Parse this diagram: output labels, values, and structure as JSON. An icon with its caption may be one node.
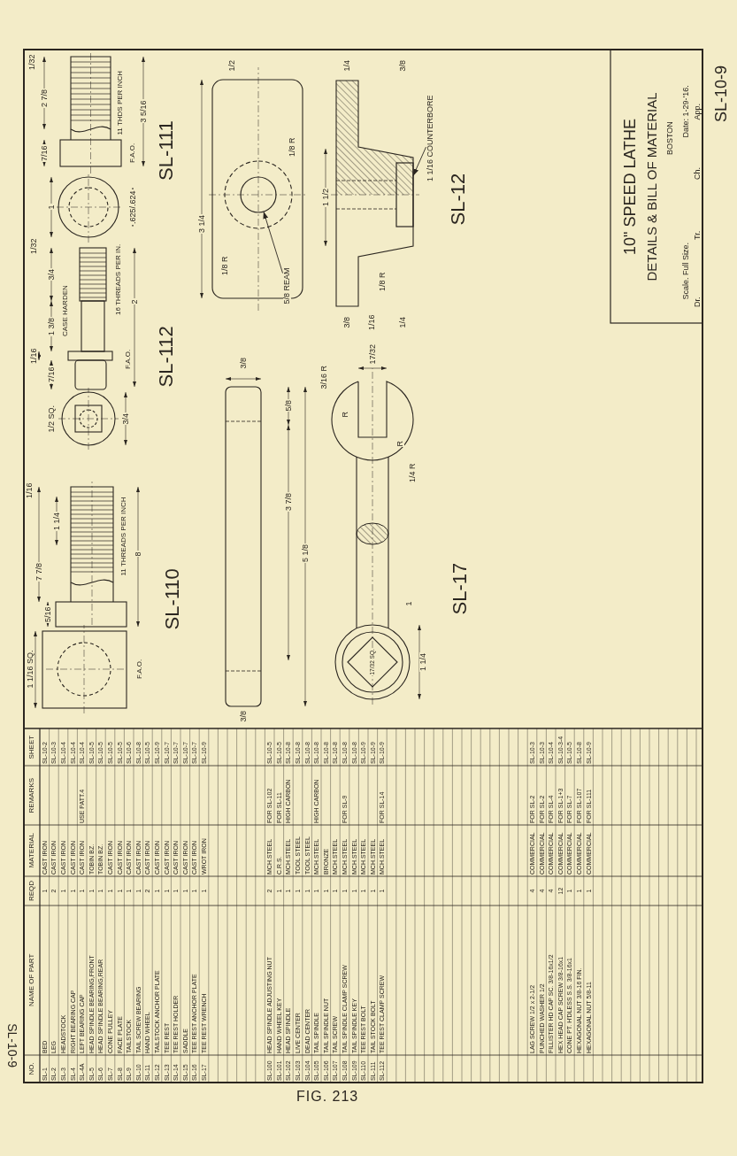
{
  "diagram": {
    "caption": "FIG. 213",
    "nodes": [
      {
        "text": [
          "5/8 REAM"
        ]
      },
      {
        "text": [],
        "shape": "circle"
      },
      {
        "text": [
          "1 1/16 COUNTERBORE"
        ]
      },
      {
        "text": [],
        "shape": "box"
      }
    ],
    "edges": [
      {
        "from": 0,
        "to": 1,
        "arrow": "to"
      },
      {
        "from": 2,
        "to": 3,
        "arrow": "to"
      }
    ],
    "labels": [
      "SL-10-9",
      "NO.",
      "NAME OF PART",
      "REQD",
      "MATERIAL",
      "REMARKS",
      "SHEET",
      "SL-1",
      "BED",
      "1",
      "CAST IRON",
      "SL-10-2",
      "SL-2",
      "LEG",
      "2",
      "CAST IRON",
      "SL-10-3",
      "SL-3",
      "HEADSTOCK",
      "1",
      "CAST IRON",
      "SL-10-4",
      "SL-4",
      "RIGHT BEARING CAP",
      "1",
      "CAST IRON",
      "SL-10-4",
      "SL-4A",
      "LEFT BEARING CAP",
      "1",
      "CAST IRON",
      "USE PATT.4",
      "SL-10-4",
      "SL-5",
      "HEAD SPINDLE BEARING,FRONT",
      "1",
      "TOBIN BZ.",
      "SL-10-5",
      "SL-6",
      "HEAD SPINDLE BEARING,REAR",
      "1",
      "TOBIN BZ.",
      "SL-10-5",
      "SL-7",
      "CONE PULLEY",
      "1",
      "CAST IRON",
      "SL-10-5",
      "SL-8",
      "FACE PLATE",
      "1",
      "CAST IRON",
      "SL-10-5",
      "SL-9",
      "TAILSTOCK",
      "1",
      "CAST IRON",
      "SL-10-6",
      "SL-10",
      "TAIL SCREW BEARING",
      "1",
      "CAST IRON",
      "SL-10-8",
      "SL-11",
      "HAND WHEEL",
      "2",
      "CAST IRON",
      "SL-10-5",
      "SL-12",
      "TAILSTOCK ANCHOR PLATE",
      "1",
      "CAST IRON",
      "SL-10-9",
      "SL-13",
      "TEE REST",
      "1",
      "CAST IRON",
      "SL-10-7",
      "SL-14",
      "TEE REST HOLDER",
      "1",
      "CAST IRON",
      "SL-10-7",
      "SL-15",
      "SADDLE",
      "1",
      "CAST IRON",
      "SL-10-7",
      "SL-16",
      "TEE REST ANCHOR PLATE",
      "1",
      "CAST IRON",
      "SL-10-7",
      "SL-17",
      "TEE REST WRENCH",
      "1",
      "WROT IRON",
      "SL-10-9",
      "SL-100",
      "HEAD SPINDLE ADJUSTING NUT",
      "2",
      "MCH.STEEL",
      "FOR SL-102",
      "SL-10-5",
      "SL-101",
      "HAND WHEEL KEY",
      "1",
      "C.R.S.",
      "FOR SL-11",
      "SL-10-5",
      "SL-102",
      "HEAD SPINDLE",
      "1",
      "MCH.STEEL",
      "HIGH CARBON",
      "SL-10-8",
      "SL-103",
      "LIVE CENTER",
      "1",
      "TOOL STEEL",
      "SL-10-8",
      "SL-104",
      "DEAD CENTER",
      "1",
      "TOOL STEEL",
      "SL-10-8",
      "SL-105",
      "TAIL SPINDLE",
      "1",
      "MCH.STEEL",
      "HIGH CARBON",
      "SL-10-8",
      "SL-106",
      "TAIL SPINDLE NUT",
      "1",
      "BRONZE",
      "SL-10-8",
      "SL-107",
      "TAIL SCREW",
      "1",
      "MCH.STEEL",
      "SL-10-8",
      "SL-108",
      "TAIL SPINDLE CLAMP SCREW",
      "1",
      "MCH.STEEL",
      "FOR SL-9",
      "SL-10-8",
      "SL-109",
      "TAIL SPINDLE KEY",
      "1",
      "MCH.STEEL",
      "SL-10-8",
      "SL-110",
      "TEE REST BOLT",
      "1",
      "MCH.STEEL",
      "SL-10-9",
      "SL-111",
      "TAIL STOCK BOLT",
      "1",
      "MCH.STEEL",
      "SL-10-9",
      "SL-112",
      "TEE REST CLAMP SCREW",
      "1",
      "MCH.STEEL",
      "FOR SL-14",
      "SL-10-9",
      "LAG SCREW 1/2 x 2-1/2",
      "4",
      "COMMERCIAL",
      "FOR SL-2",
      "SL-10-3",
      "PUNCHED WASHER 1/2",
      "4",
      "COMMERCIAL",
      "FOR SL-2",
      "SL-10-3",
      "FILLISTER HD CAP SC. 3/8-16x1/2",
      "4",
      "COMMERCIAL",
      "FOR SL-4",
      "SL-10-4",
      "HEX HEAD CAP SCREW 3/8-16x1",
      "12",
      "COMMERCIAL",
      "FOR SL-1+3",
      "SL-10-3-4",
      "CONE PT. H'DLESS S.S. 3/8-16x1",
      "1",
      "COMMERCIAL",
      "FOR SL-7",
      "SL-10-5",
      "HEXAGONAL NUT 3/8-16 FIN.",
      "1",
      "COMMERCIAL",
      "FOR SL-107",
      "SL-10-8",
      "HEXAGONAL NUT 5/8-11",
      "1",
      "COMMERCIAL",
      "FOR SL-111",
      "SL-10-9",
      "1",
      ".625/.624",
      "7/16",
      "2 7/8",
      "1/32",
      "11 THDS PER INCH",
      "F.A.O.",
      "3 5/16",
      "SL-111",
      "1/2 SQ.",
      "3/4",
      "7/16",
      "1/16",
      "1 3/8",
      "3/4",
      "1/32",
      "CASE HARDEN",
      "16 THREADS PER IN.",
      "F.A.O.",
      "2",
      "SL-112",
      "1 1/16 SQ.",
      "F.A.O.",
      "5/16",
      "7 7/8",
      "1 1/4",
      "1/16",
      "11 THREADS PER INCH",
      "8",
      "SL-110",
      "3 1/4",
      "1/2",
      "1/8 R",
      "1/8 R",
      "1 1/2",
      "1/4",
      "3/8",
      "3/8",
      "1/16",
      "1/4",
      "1/8 R",
      "SL-12",
      "3/8",
      "3/8",
      "5/8",
      "3 7/8",
      "5 1/8",
      "3/16 R",
      "17/32",
      "R",
      "R",
      "1/4 R",
      "1",
      "17/32 SQ.",
      "1 1/4",
      "SL-17",
      "10\" SPEED LATHE",
      "DETAILS & BILL OF MATERIAL",
      "BOSTON",
      "Scale. Full Size.",
      "Date: 1-29-'16.",
      "Dr.",
      "Tr.",
      "Ch.",
      "App.",
      "SL-10-9"
    ]
  }
}
